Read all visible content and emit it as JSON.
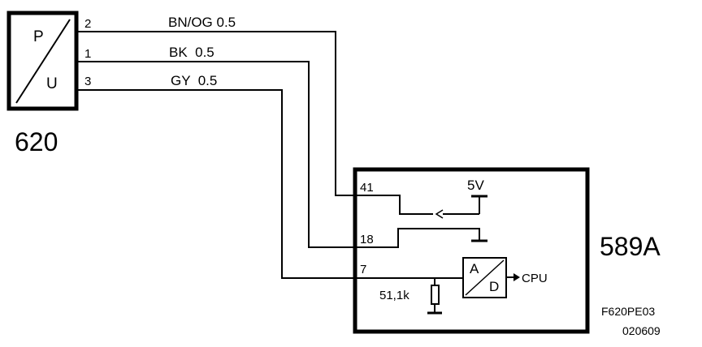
{
  "sensor": {
    "id": "620",
    "label_top": "P",
    "label_bottom": "U",
    "pins": [
      "2",
      "1",
      "3"
    ]
  },
  "wires": [
    {
      "color_size": "BN/OG 0.5"
    },
    {
      "color_size": "BK  0.5"
    },
    {
      "color_size": "GY  0.5"
    }
  ],
  "module": {
    "id": "589A",
    "pins": [
      "41",
      "18",
      "7"
    ],
    "supply": "5V",
    "resistor": "51,1k",
    "adc_a": "A",
    "adc_d": "D",
    "cpu": "CPU"
  },
  "reference": {
    "code": "F620PE03",
    "date": "020609"
  }
}
